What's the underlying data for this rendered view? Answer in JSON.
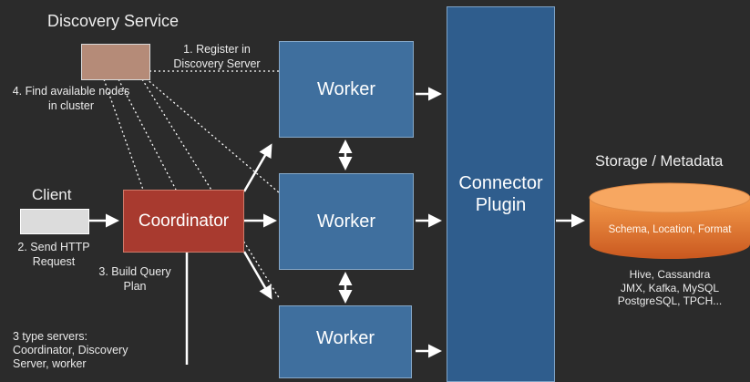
{
  "discovery": {
    "title": "Discovery Service"
  },
  "client": {
    "title": "Client",
    "step": [
      "2. Send HTTP",
      "Request"
    ]
  },
  "coordinator": {
    "label": "Coordinator"
  },
  "steps": {
    "register": [
      "1. Register in",
      "Discovery Server"
    ],
    "find_nodes": [
      "4. Find available nodes",
      "in cluster"
    ],
    "build_plan": [
      "3. Build Query",
      "Plan"
    ]
  },
  "workers": [
    {
      "label": "Worker"
    },
    {
      "label": "Worker"
    },
    {
      "label": "Worker"
    }
  ],
  "connector": {
    "lines": [
      "Connector",
      "Plugin"
    ]
  },
  "storage": {
    "title": "Storage / Metadata",
    "cylinder_text": "Schema, Location, Format",
    "sources": [
      "Hive, Cassandra",
      "JMX, Kafka, MySQL",
      "PostgreSQL, TPCH..."
    ]
  },
  "note": [
    "3 type servers:",
    "Coordinator, Discovery",
    "Server, worker"
  ],
  "colors": {
    "background": "#2b2b2b",
    "worker": "#3f6f9e",
    "coordinator": "#a83a2f",
    "connector": "#2f5d8d",
    "storage": "#e2742c"
  }
}
